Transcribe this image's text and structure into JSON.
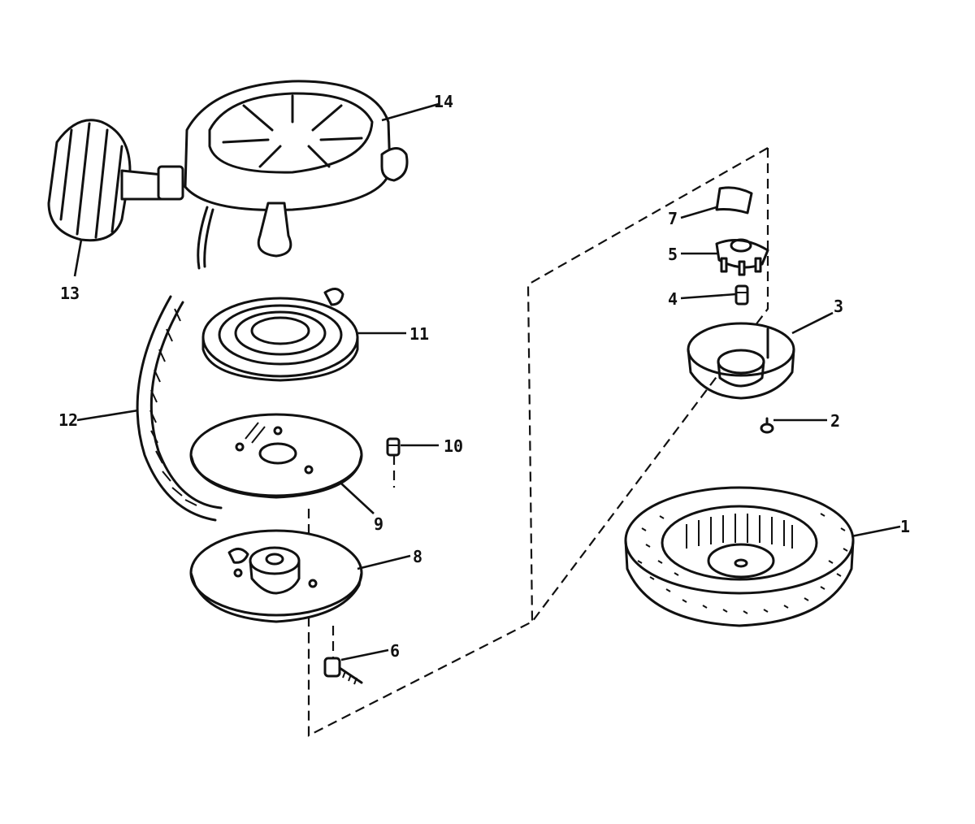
{
  "parts": [
    {
      "id": "rewind-housing",
      "number": "14"
    },
    {
      "id": "starter-handle",
      "number": "13"
    },
    {
      "id": "rope",
      "number": "12"
    },
    {
      "id": "rewind-spring",
      "number": "11"
    },
    {
      "id": "screw",
      "number": "10"
    },
    {
      "id": "spring-retainer-plate",
      "number": "9"
    },
    {
      "id": "pulley",
      "number": "8"
    },
    {
      "id": "pulley-screw",
      "number": "6"
    },
    {
      "id": "friction-plate",
      "number": "7"
    },
    {
      "id": "pawl-retainer",
      "number": "5"
    },
    {
      "id": "retainer-screw",
      "number": "4"
    },
    {
      "id": "starter-cup",
      "number": "3"
    },
    {
      "id": "cup-screw",
      "number": "2"
    },
    {
      "id": "flywheel-screen",
      "number": "1"
    }
  ]
}
